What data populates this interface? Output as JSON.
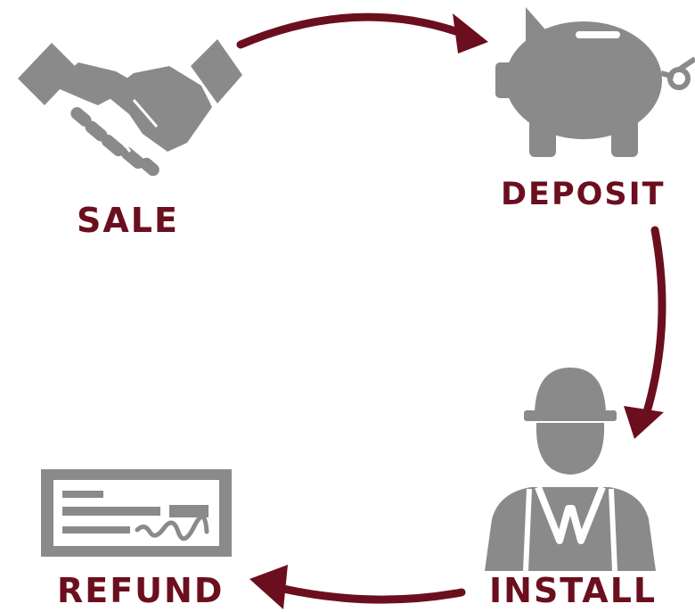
{
  "steps": {
    "sale": {
      "label": "SALE",
      "icon": "handshake-icon"
    },
    "deposit": {
      "label": "DEPOSIT",
      "icon": "piggy-bank-icon"
    },
    "install": {
      "label": "INSTALL",
      "icon": "construction-worker-icon"
    },
    "refund": {
      "label": "REFUND",
      "icon": "check-icon"
    }
  },
  "colors": {
    "icon": "#8a8a8a",
    "label": "#6b0f1f",
    "arrow": "#6b0f1f",
    "background": "#ffffff"
  }
}
